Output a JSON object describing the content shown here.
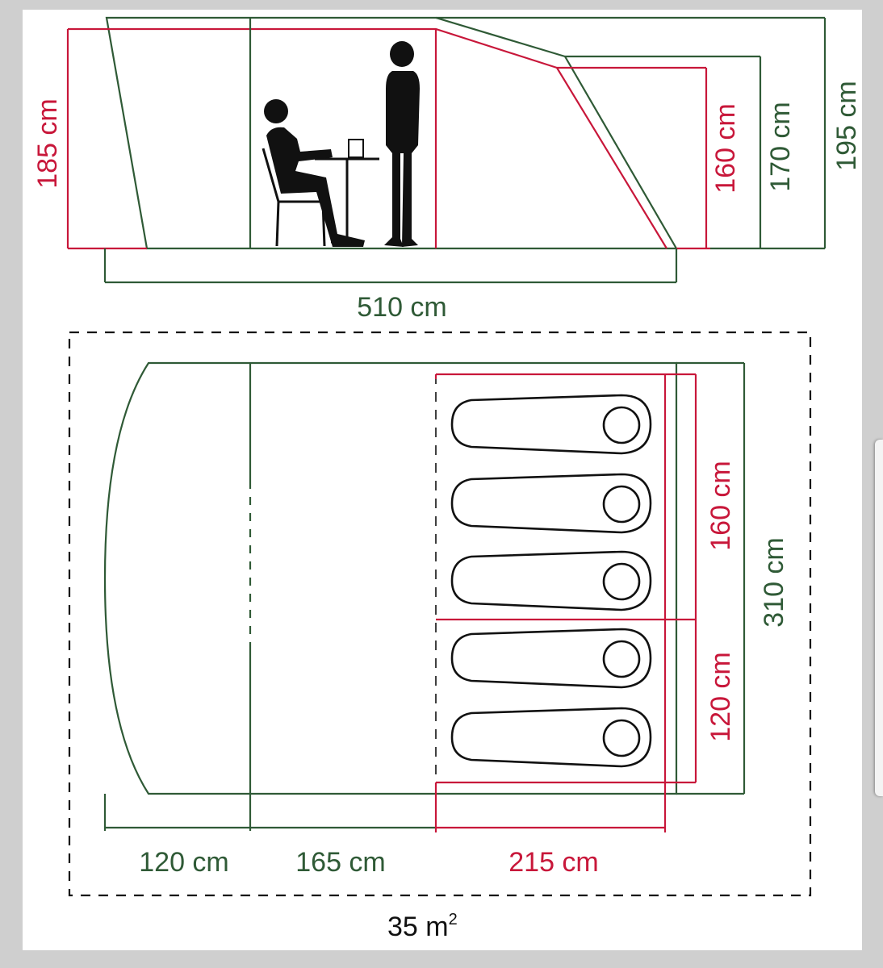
{
  "colors": {
    "green": "#2f5a36",
    "red": "#c8173a",
    "black": "#111111",
    "page": "#ffffff",
    "background": "#cfcfcf"
  },
  "side_view": {
    "height_left": "185 cm",
    "height_inner": "160 cm",
    "height_mid": "170 cm",
    "height_total": "195 cm",
    "length": "510 cm"
  },
  "floor_plan": {
    "bedroom_depth_a": "160 cm",
    "bedroom_depth_b": "120 cm",
    "width": "310 cm",
    "porch_length": "120 cm",
    "living_length": "165 cm",
    "bedroom_length": "215 cm",
    "area_number": "35 m",
    "area_superscript": "2"
  },
  "icons": [
    "person-sitting-icon",
    "person-standing-icon",
    "sleeping-bag-icon"
  ]
}
